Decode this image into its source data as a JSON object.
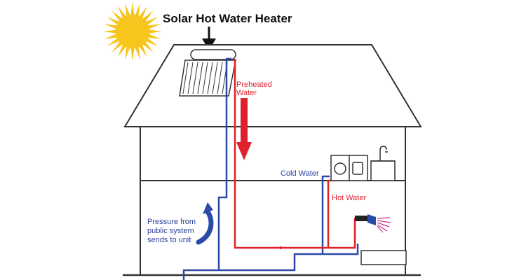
{
  "title": "Solar Hot Water Heater",
  "labels": {
    "preheated_line1": "Preheated",
    "preheated_line2": "Water",
    "cold_water": "Cold Water",
    "hot_water": "Hot Water",
    "pressure_line1": "Pressure from",
    "pressure_line2": "public system",
    "pressure_line3": "sends to unit"
  },
  "colors": {
    "hot_pipe": "#e0202a",
    "cold_pipe": "#2b4aa8",
    "text_hot": "#e0202a",
    "text_cold": "#2b3f9a",
    "outline": "#333333",
    "sun": "#f7c51c"
  }
}
